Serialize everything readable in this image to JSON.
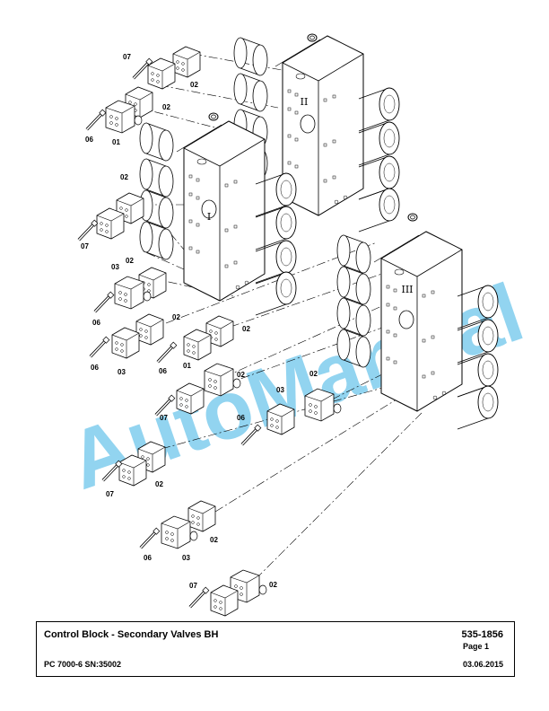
{
  "labels": {
    "n01": "01",
    "n02": "02",
    "n03": "03",
    "n06": "06",
    "n07": "07"
  },
  "blocks": {
    "b1": "I",
    "b2": "II",
    "b3": "III"
  },
  "watermark": "AutoManual",
  "footer": {
    "title": "Control Block - Secondary Valves BH",
    "doc_number": "535-1856",
    "page": "Page 1",
    "model": "PC 7000-6 SN:35002",
    "date": "03.06.2015"
  }
}
